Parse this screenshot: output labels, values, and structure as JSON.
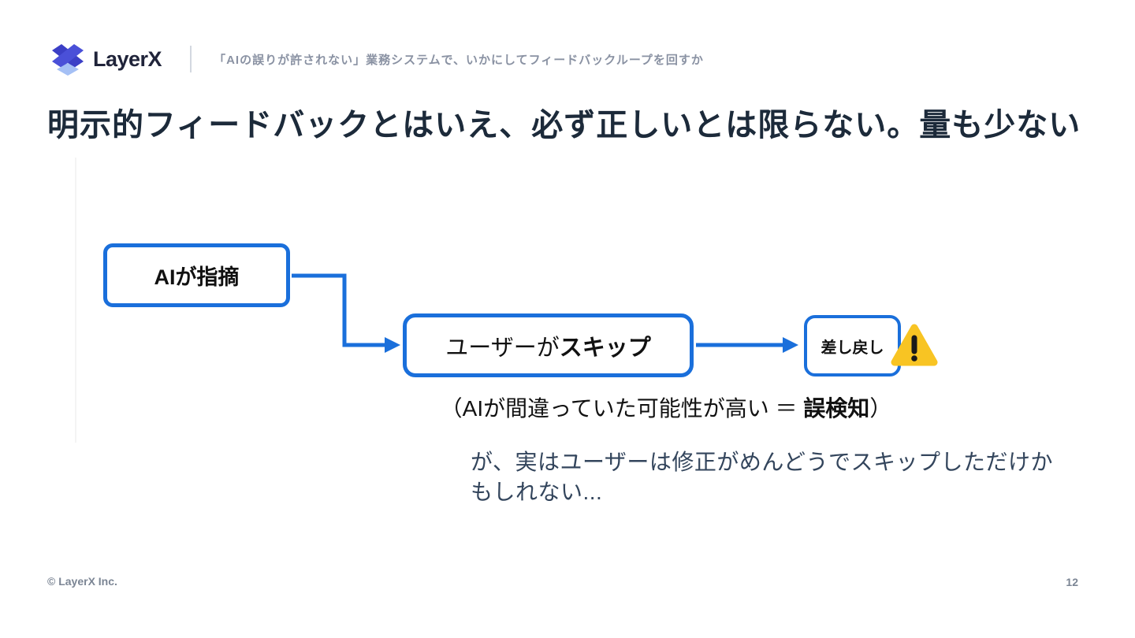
{
  "header": {
    "logo_text": "LayerX",
    "subtitle": "「AIの誤りが許されない」業務システムで、いかにしてフィードバックループを回すか"
  },
  "slide": {
    "title": "明示的フィードバックとはいえ、必ず正しいとは限らない。量も少ない"
  },
  "diagram": {
    "box_ai": "AIが指摘",
    "box_user_prefix": "ユーザーが",
    "box_user_bold": "スキップ",
    "box_return": "差し戻し",
    "warning_icon": "warning-triangle-icon",
    "caption_prefix": "（AIが間違っていた可能性が高い ＝ ",
    "caption_bold": "誤検知",
    "caption_suffix": "）",
    "note_line1": "が、実はユーザーは修正がめんどうでスキップしただけか",
    "note_line2": "もしれない..."
  },
  "footer": {
    "copyright": "© LayerX Inc.",
    "page_number": "12"
  },
  "colors": {
    "accent_blue": "#1A6FDB",
    "logo_indigo": "#3B3FC6",
    "logo_indigo_light": "#4A50D8",
    "logo_light_blue": "#A5C0F5",
    "warning_yellow": "#F8C423",
    "title_text": "#1C2A3A",
    "note_text": "#33455C",
    "muted_text": "#8A92A3",
    "footer_text": "#7B8594"
  }
}
